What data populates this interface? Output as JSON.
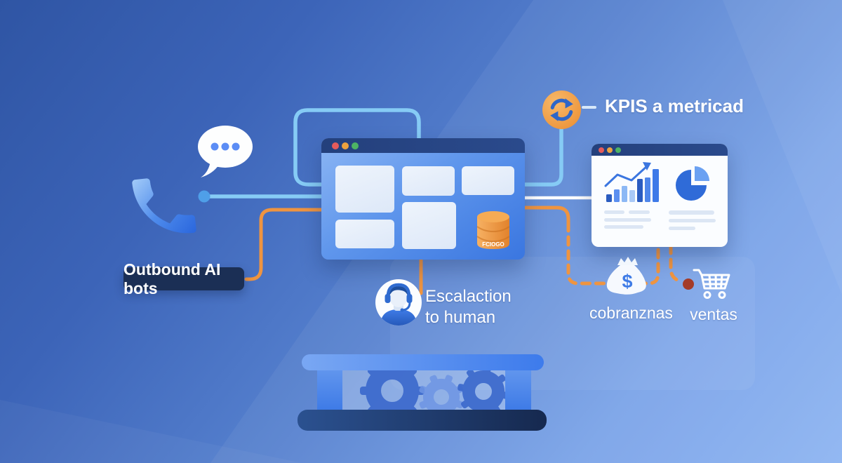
{
  "labels": {
    "outbound": "Outbound AI bots",
    "kpis": "KPIS a metricad",
    "escalation_line1": "Escalaction",
    "escalation_line2": "to human",
    "cobranzas": "cobranznas",
    "ventas": "ventas",
    "database": "FCIOGO",
    "money_symbol": "$"
  },
  "icons": {
    "phone": "blue telephone handset",
    "chat_bubble": "white speech bubble with three dots",
    "refresh": "circular sync arrows in orange badge",
    "database": "orange database cylinder",
    "money_bag": "white money bag with dollar sign",
    "cart": "white shopping cart",
    "support_agent": "person with headset in white circle",
    "gears": "three gears on platform"
  },
  "colors": {
    "background_dark": "#2f55a4",
    "background_light": "#8db4f2",
    "line_blue": "#86cbf5",
    "line_orange": "#ef9440",
    "line_white": "#ffffff",
    "navy_bar": "#24407c",
    "label_navy": "#1b2f55",
    "window_blue": "#3a76e0",
    "accent_orange": "#f0a04b",
    "dot_blue": "#4f9fe8",
    "dot_red": "#a43b28",
    "traffic_red": "#e45b5b",
    "traffic_orange": "#eda23f",
    "traffic_green": "#4db364"
  },
  "analytics_window": {
    "bars": [
      {
        "h": 11,
        "color": "#2b5cc0"
      },
      {
        "h": 18,
        "color": "#5b8ff0"
      },
      {
        "h": 23,
        "color": "#8cb8f5"
      },
      {
        "h": 17,
        "color": "#a9c9f7"
      },
      {
        "h": 33,
        "color": "#2b5cc0"
      },
      {
        "h": 35,
        "color": "#4f86ea"
      },
      {
        "h": 47,
        "color": "#3e7ae8"
      }
    ],
    "bar_baseline": 83,
    "pie_main_color": "#2f6bd8",
    "pie_slice_color": "#6ba1f2",
    "trend_color": "#3b76e0"
  }
}
